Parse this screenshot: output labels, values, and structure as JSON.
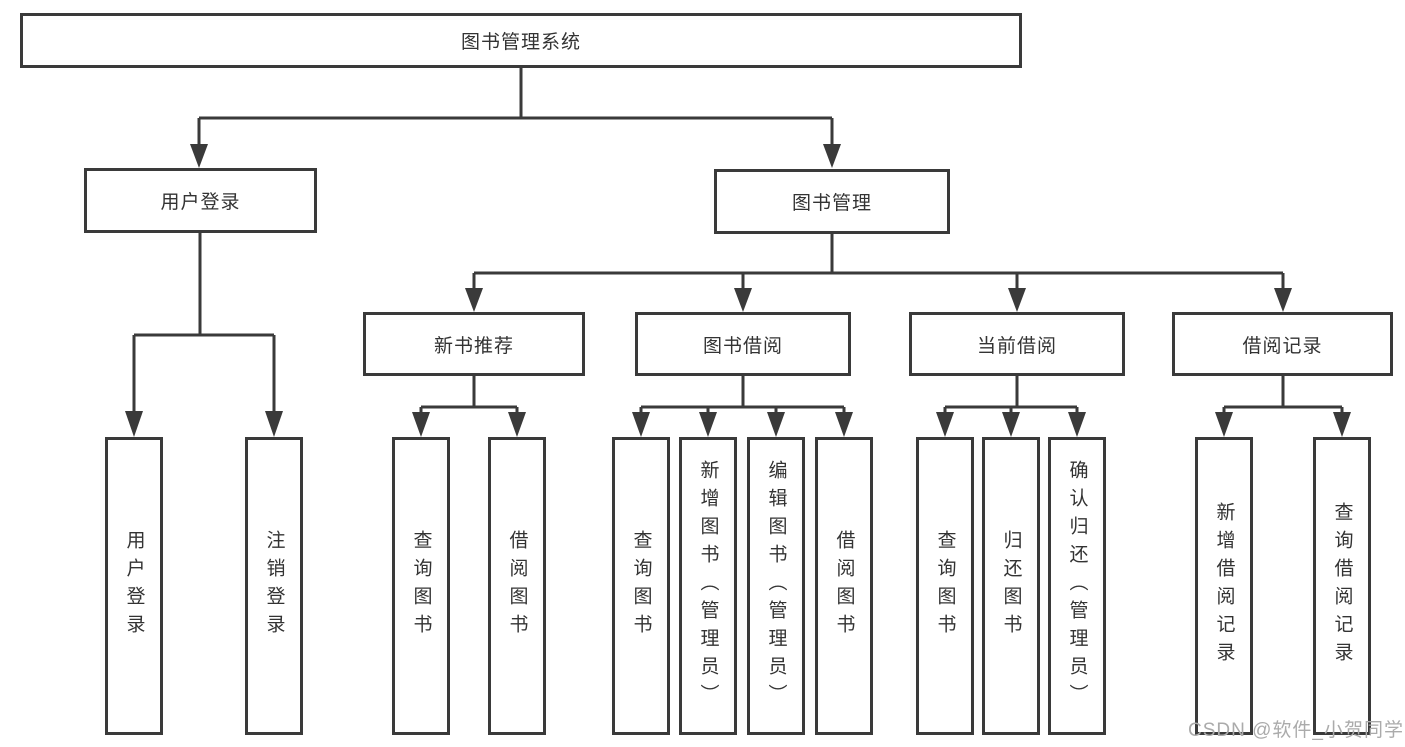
{
  "diagram": {
    "root": {
      "label": "图书管理系统"
    },
    "level1": {
      "user_login": {
        "label": "用户登录"
      },
      "book_mgmt": {
        "label": "图书管理"
      }
    },
    "level2": {
      "new_book_rec": {
        "label": "新书推荐"
      },
      "book_borrow": {
        "label": "图书借阅"
      },
      "current_borrow": {
        "label": "当前借阅"
      },
      "borrow_records": {
        "label": "借阅记录"
      }
    },
    "leaves": {
      "user_login_leaf": {
        "label": "用户登录"
      },
      "logout_leaf": {
        "label": "注销登录"
      },
      "rec_query_books": {
        "label": "查询图书"
      },
      "rec_borrow_books": {
        "label": "借阅图书"
      },
      "bb_query_books": {
        "label": "查询图书"
      },
      "bb_add_books": {
        "label": "新增图书（管理员）"
      },
      "bb_edit_books": {
        "label": "编辑图书（管理员）"
      },
      "bb_borrow_books": {
        "label": "借阅图书"
      },
      "cb_query_books": {
        "label": "查询图书"
      },
      "cb_return_books": {
        "label": "归还图书"
      },
      "cb_confirm_return": {
        "label": "确认归还（管理员）"
      },
      "br_add_record": {
        "label": "新增借阅记录"
      },
      "br_query_record": {
        "label": "查询借阅记录"
      }
    }
  },
  "watermark": {
    "text": "CSDN @软件_小贺同学"
  },
  "colors": {
    "line": "#3a3a3a",
    "box_border": "#3a3a3a",
    "text": "#333333",
    "watermark": "#ababab",
    "background": "#ffffff"
  }
}
